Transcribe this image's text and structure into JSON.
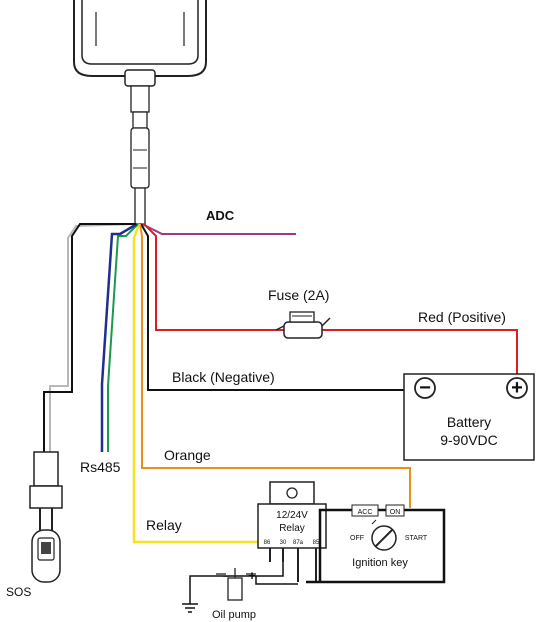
{
  "labels": {
    "adc": "ADC",
    "fuse": "Fuse (2A)",
    "red_positive": "Red (Positive)",
    "black_negative": "Black (Negative)",
    "battery": "Battery",
    "battery_voltage": "9-90VDC",
    "orange": "Orange",
    "rs485": "Rs485",
    "relay_wire": "Relay",
    "sos": "SOS",
    "oil_pump": "Oil pump",
    "ignition_key": "Ignition key"
  },
  "relay": {
    "voltage": "12/24V",
    "name": "Relay",
    "pins": [
      "86",
      "30",
      "87a",
      "85"
    ]
  },
  "ignition": {
    "acc": "ACC",
    "on": "ON",
    "off": "OFF",
    "start": "START"
  },
  "battery_terminals": {
    "negative": "−",
    "positive": "+"
  },
  "pump_signs": {
    "minus": "−",
    "plus": "+"
  },
  "wire_colors": {
    "adc": "#a0387f",
    "power_red": "#d81f26",
    "ground_black": "#111111",
    "orange": "#e8921d",
    "relay_yellow": "#f5e31f",
    "rs485_blue": "#1f2f8f",
    "rs485_green": "#1a9a4a",
    "sos_gray": "#b8b8b8"
  }
}
